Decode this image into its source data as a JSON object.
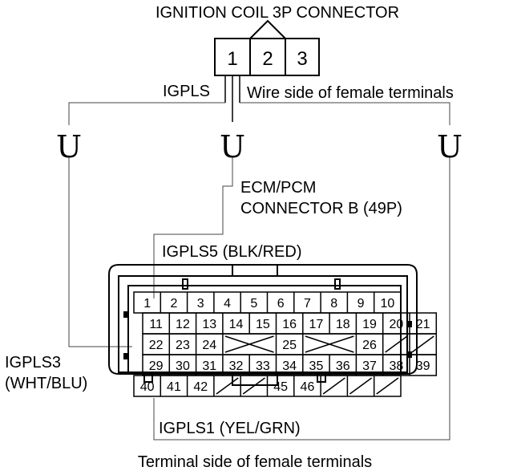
{
  "ignition_connector": {
    "title": "IGNITION COIL 3P CONNECTOR",
    "pins": [
      "1",
      "2",
      "3"
    ],
    "wire_side_note": "Wire side of female terminals"
  },
  "signals": {
    "igpls": "IGPLS",
    "igpls5": "IGPLS5 (BLK/RED)",
    "igpls3_line1": "IGPLS3",
    "igpls3_line2": "(WHT/BLU)",
    "igpls1": "IGPLS1 (YEL/GRN)"
  },
  "ecm_connector": {
    "title_line1": "ECM/PCM",
    "title_line2": "CONNECTOR B (49P)",
    "row1": [
      "1",
      "2",
      "3",
      "4",
      "5",
      "6",
      "7",
      "8",
      "9",
      "10"
    ],
    "row2": [
      "11",
      "12",
      "13",
      "14",
      "15",
      "16",
      "17",
      "18",
      "19",
      "20",
      "21"
    ],
    "row3": [
      "22",
      "23",
      "24",
      "",
      "",
      "25",
      "",
      "",
      "26",
      "",
      ""
    ],
    "row4": [
      "29",
      "30",
      "31",
      "32",
      "33",
      "34",
      "35",
      "36",
      "37",
      "38",
      "39"
    ],
    "row5": [
      "40",
      "41",
      "42",
      "",
      "",
      "45",
      "46",
      "",
      "",
      ""
    ]
  },
  "probe_symbol": "U",
  "footer": "Terminal side of female terminals"
}
